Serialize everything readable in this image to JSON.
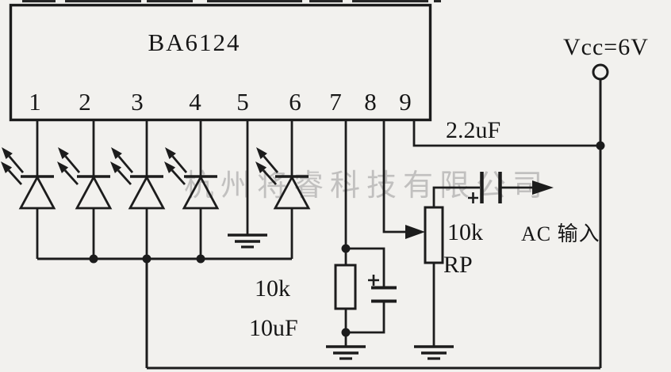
{
  "ic": {
    "title": "BA6124",
    "pins": [
      "1",
      "2",
      "3",
      "4",
      "5",
      "6",
      "7",
      "8",
      "9"
    ]
  },
  "power": {
    "vcc_label": "Vcc=6V"
  },
  "components": {
    "coupling_capacitor_value": "2.2uF",
    "resistor_value": "10k",
    "electrolytic_capacitor_value": "10uF",
    "potentiometer_value": "10k",
    "potentiometer_name": "RP"
  },
  "labels": {
    "ac_input": "AC 输入"
  },
  "watermark": {
    "text": "杭州将睿科技有限公司"
  },
  "colors": {
    "line": "#1c1c1c",
    "paper": "#f2f1ee",
    "watermark": "rgba(120,120,120,0.40)"
  }
}
